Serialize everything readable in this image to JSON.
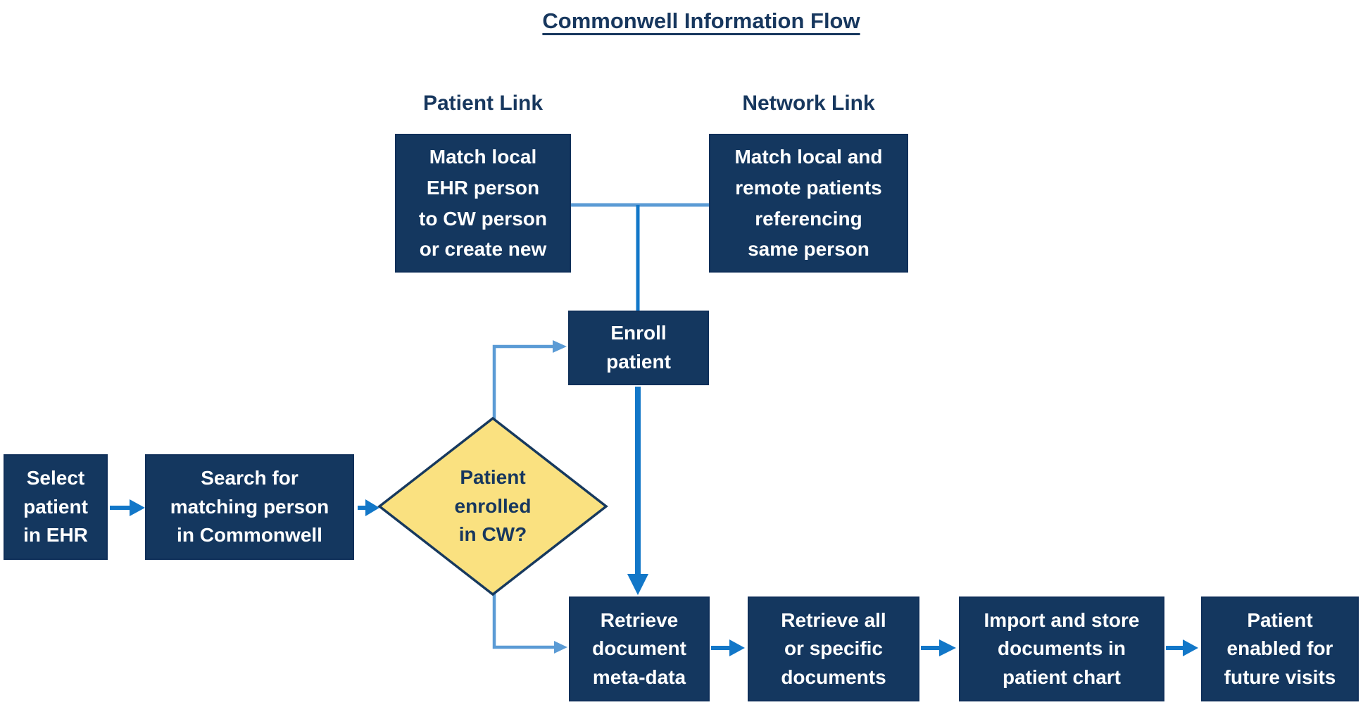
{
  "title": "Commonwell Information Flow",
  "section_labels": {
    "patient_link": "Patient Link",
    "network_link": "Network Link"
  },
  "nodes": {
    "select_patient": "Select\npatient\nin EHR",
    "search_matching": "Search for\nmatching person\nin Commonwell",
    "patient_enrolled": "Patient\nenrolled\nin CW?",
    "match_local_ehr": "Match local\nEHR person\nto CW person\nor create new",
    "match_remote": "Match local and\nremote patients\nreferencing\nsame person",
    "enroll_patient": "Enroll\npatient",
    "retrieve_metadata": "Retrieve\ndocument\nmeta-data",
    "retrieve_documents": "Retrieve all\nor specific\ndocuments",
    "import_store": "Import and store\ndocuments in\npatient chart",
    "patient_enabled": "Patient\nenabled for\nfuture visits"
  },
  "colors": {
    "box_fill": "#14375F",
    "box_border": "#10305A",
    "box_text": "#FFFFFF",
    "diamond_fill": "#FAE180",
    "diamond_border": "#17395E",
    "heading_text": "#17375E",
    "arrow_bright": "#1277C8",
    "arrow_light": "#5B9BD5",
    "background": "#FFFFFF"
  }
}
